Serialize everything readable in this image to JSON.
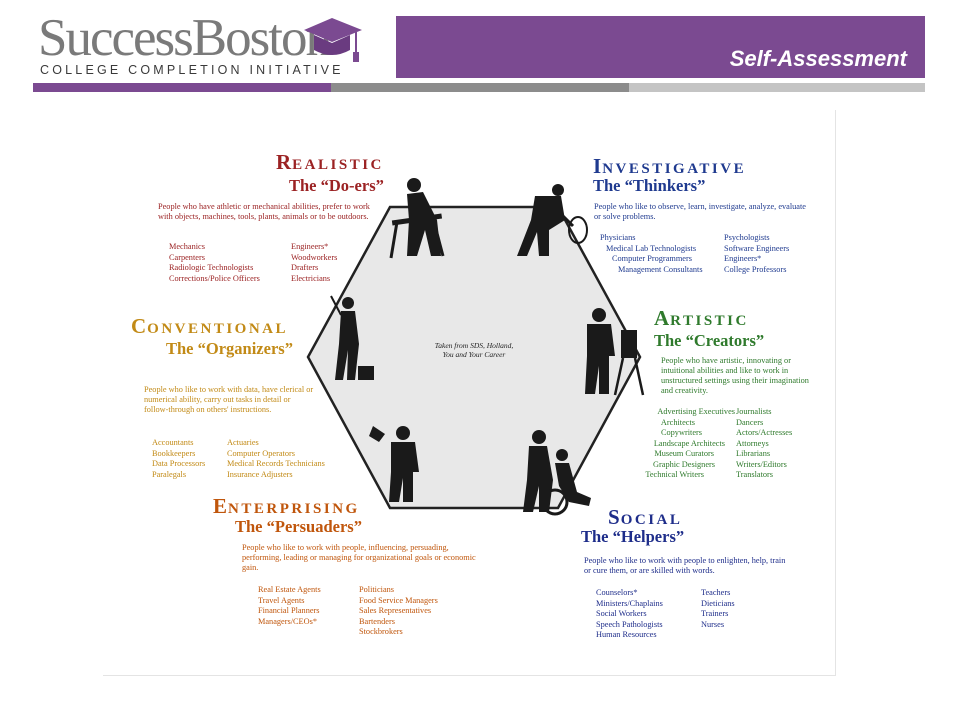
{
  "header": {
    "logo_title": "SuccessBoston",
    "logo_subtitle": "COLLEGE COMPLETION INITIATIVE",
    "slide_title": "Self-Assessment"
  },
  "colors": {
    "purple": "#7b4a91",
    "dark_gray": "#555555",
    "mid_gray": "#8c8c8c",
    "light_gray": "#bdbdbd"
  },
  "figure": {
    "center_note": [
      "Taken from SDS, Holland,",
      "You and Your Career"
    ],
    "realistic": {
      "title_first": "R",
      "title_rest": "EALISTIC",
      "subtitle": "The “Do-ers”",
      "description": "People who have athletic or mechanical abilities, prefer to work with objects, machines, tools, plants, animals or to be outdoors.",
      "col1": [
        "Mechanics",
        "Carpenters",
        "Radiologic Technologists",
        "Corrections/Police Officers"
      ],
      "col2": [
        "Engineers*",
        "Woodworkers",
        "Drafters",
        "Electricians"
      ]
    },
    "investigative": {
      "title_first": "I",
      "title_rest": "NVESTIGATIVE",
      "subtitle": "The “Thinkers”",
      "description": "People who like to observe, learn, investigate, analyze, evaluate or solve problems.",
      "col1": [
        "Physicians",
        "Medical Lab Technologists",
        "Computer Programmers",
        "Management Consultants"
      ],
      "col2": [
        "Psychologists",
        "Software Engineers",
        "Engineers*",
        "College Professors"
      ]
    },
    "artistic": {
      "title_first": "A",
      "title_rest": "RTISTIC",
      "subtitle": "The “Creators”",
      "description": "People who have artistic, innovating or intuitional abilities and like to work in unstructured settings using their imagination and creativity.",
      "col1": [
        "Advertising Executives",
        "Architects",
        "Copywriters",
        "Landscape Architects",
        "Museum Curators",
        "Graphic Designers",
        "Technical Writers"
      ],
      "col2": [
        "Journalists",
        "Dancers",
        "Actors/Actresses",
        "Attorneys",
        "Librarians",
        "Writers/Editors",
        "Translators"
      ]
    },
    "conventional": {
      "title_first": "C",
      "title_rest": "ONVENTIONAL",
      "subtitle": "The “Organizers”",
      "description": "People who like to work with data, have clerical or numerical ability, carry out tasks in detail or follow-through on others' instructions.",
      "col1": [
        "Accountants",
        "Bookkeepers",
        "Data Processors",
        "Paralegals"
      ],
      "col2": [
        "Actuaries",
        "Computer Operators",
        "Medical Records Technicians",
        "Insurance Adjusters"
      ]
    },
    "enterprising": {
      "title_first": "E",
      "title_rest": "NTERPRISING",
      "subtitle": "The “Persuaders”",
      "description": "People who like to work with people, influencing, persuading, performing, leading or managing for organizational goals or economic gain.",
      "col1": [
        "Real Estate Agents",
        "Travel Agents",
        "Financial Planners",
        "Managers/CEOs*"
      ],
      "col2": [
        "Politicians",
        "Food Service Managers",
        "Sales Representatives",
        "Bartenders",
        "Stockbrokers"
      ]
    },
    "social": {
      "title_first": "S",
      "title_rest": "OCIAL",
      "subtitle": "The “Helpers”",
      "description": "People who like to work with people to enlighten, help, train or cure them, or are skilled with words.",
      "col1": [
        "Counselors*",
        "Ministers/Chaplains",
        "Social Workers",
        "Speech Pathologists",
        "Human Resources"
      ],
      "col2": [
        "Teachers",
        "Dieticians",
        "Trainers",
        "Nurses"
      ]
    }
  }
}
